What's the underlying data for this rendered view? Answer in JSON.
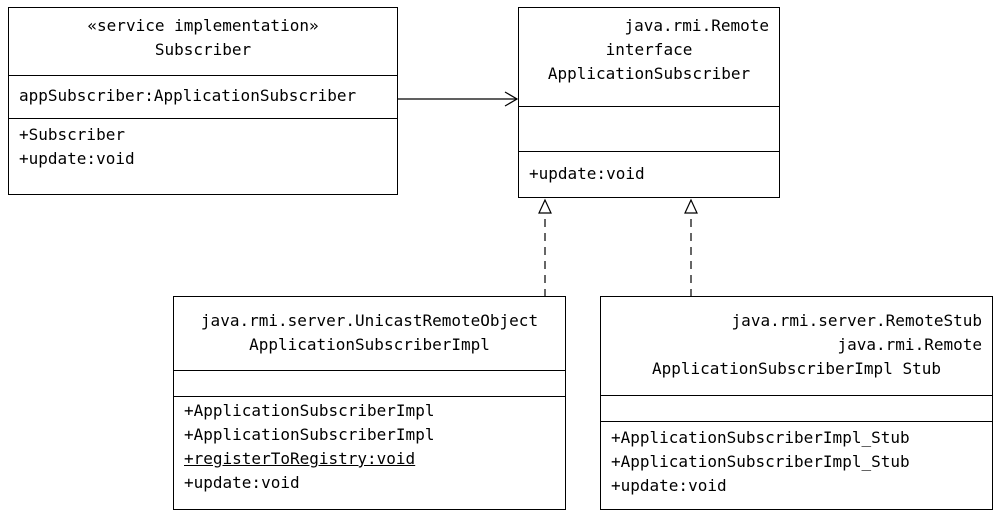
{
  "subscriber": {
    "stereotype": "«service implementation»",
    "name": "Subscriber",
    "attributes": [
      "appSubscriber:ApplicationSubscriber"
    ],
    "operations": [
      "+Subscriber",
      "+update:void"
    ]
  },
  "application_subscriber": {
    "parent": "java.rmi.Remote",
    "stereotype": "interface",
    "name": "ApplicationSubscriber",
    "operations": [
      "+update:void"
    ]
  },
  "impl": {
    "parent": "java.rmi.server.UnicastRemoteObject",
    "name": "ApplicationSubscriberImpl",
    "operations": [
      "+ApplicationSubscriberImpl",
      "+ApplicationSubscriberImpl",
      "+registerToRegistry:void",
      "+update:void"
    ]
  },
  "stub": {
    "parent": "java.rmi.server.RemoteStub",
    "interface": "java.rmi.Remote",
    "name": "ApplicationSubscriberImpl Stub",
    "operations": [
      "+ApplicationSubscriberImpl_Stub",
      "+ApplicationSubscriberImpl_Stub",
      "+update:void"
    ]
  }
}
